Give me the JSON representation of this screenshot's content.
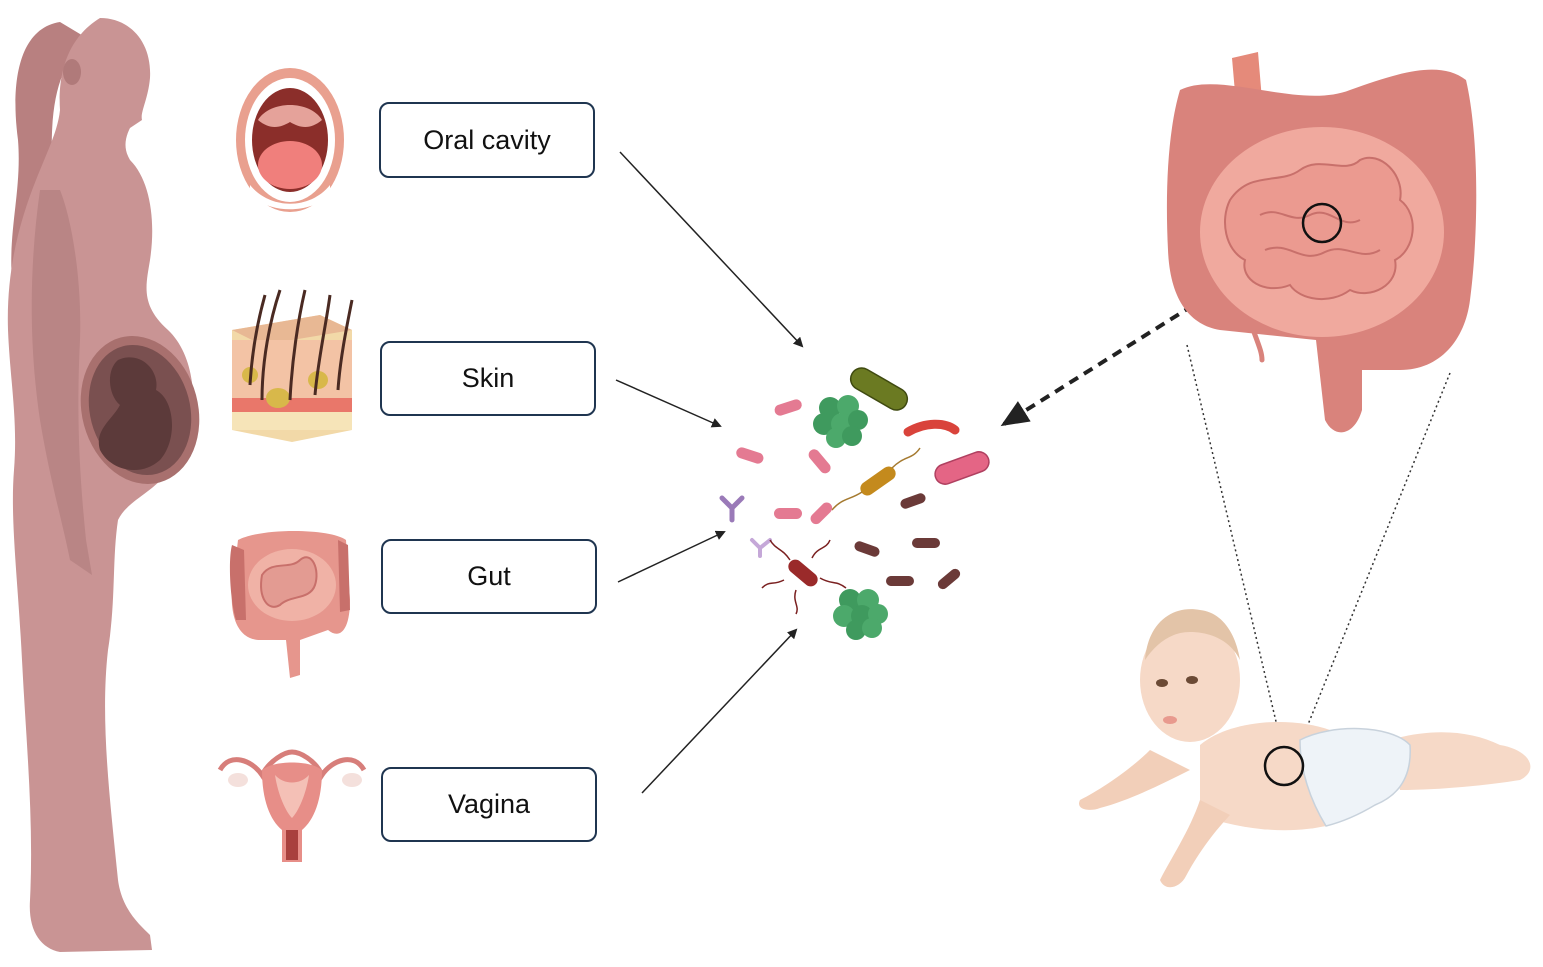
{
  "sources": [
    {
      "id": "oral",
      "label": "Oral cavity"
    },
    {
      "id": "skin",
      "label": "Skin"
    },
    {
      "id": "gut",
      "label": "Gut"
    },
    {
      "id": "vagina",
      "label": "Vagina"
    }
  ],
  "colors": {
    "mother_skin": "#c99494",
    "mother_shadow": "#b07a7a",
    "fetus": "#6e4a4a",
    "intestine": "#e6968d",
    "intestine_dark": "#c8706b",
    "box_border": "#1f3550",
    "arrow": "#222222",
    "baby_skin": "#f6d9c7",
    "diaper": "#eef3f8"
  },
  "icons": [
    "pregnant-woman-icon",
    "open-mouth-icon",
    "skin-layers-icon",
    "intestine-icon",
    "uterus-icon",
    "bacteria-cluster-icon",
    "large-intestine-icon",
    "baby-icon"
  ]
}
